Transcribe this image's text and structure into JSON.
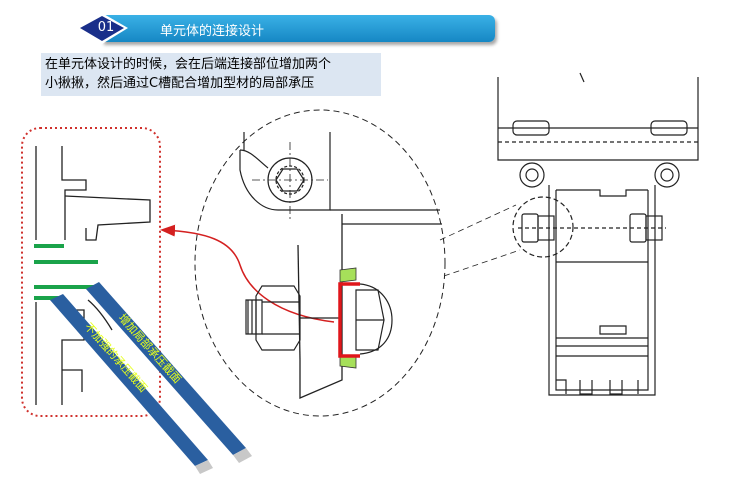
{
  "header": {
    "number": "01",
    "title": "单元体的连接设计"
  },
  "note": {
    "line1": "在单元体设计的时候，会在后端连接部位增加两个",
    "line2": "小揪揪，然后通过C槽配合增加型材的局部承压"
  },
  "labels": {
    "reinforced": "增加局部承压截面",
    "unreinforced": "不加强的承压截面"
  },
  "colors": {
    "title_bar": "#1f97d4",
    "note_bg": "#dce6f2",
    "dotted_frame": "#d0312d",
    "green_marks": "#1aa34a",
    "red_profile": "#e0161b",
    "arrow_red": "#d42020",
    "stripe_blue": "#2a5fa0",
    "label_yellow": "#e6ff1a"
  }
}
